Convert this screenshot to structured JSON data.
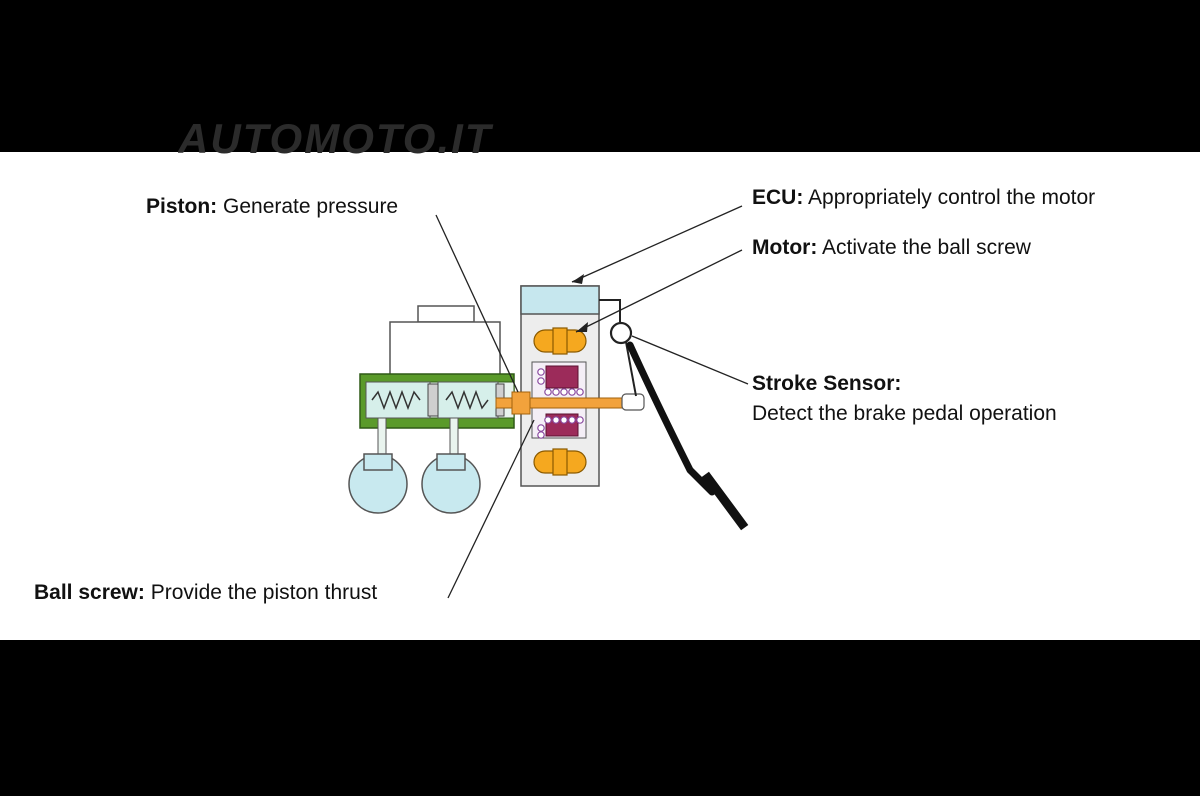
{
  "watermark": "AUTOMOTO.IT",
  "colors": {
    "background": "#000000",
    "panel": "#ffffff",
    "ecu_fill": "#c6e7ee",
    "housing_fill": "#ededed",
    "cylinder_body": "#5a9a2a",
    "rod": "#f2a23c",
    "motor": "#f5a81f",
    "coil": "#b27bbf",
    "magnet": "#9c2b5a",
    "reservoir": "#c8e9ef"
  },
  "labels": {
    "piston": {
      "name": "Piston:",
      "desc": "Generate pressure"
    },
    "ecu": {
      "name": "ECU:",
      "desc": "Appropriately control the motor"
    },
    "motor": {
      "name": "Motor:",
      "desc": "Activate the ball screw"
    },
    "stroke_sensor": {
      "name": "Stroke Sensor:",
      "desc": "Detect the brake pedal operation"
    },
    "ball_screw": {
      "name": "Ball screw:",
      "desc": "Provide the piston thrust"
    }
  }
}
